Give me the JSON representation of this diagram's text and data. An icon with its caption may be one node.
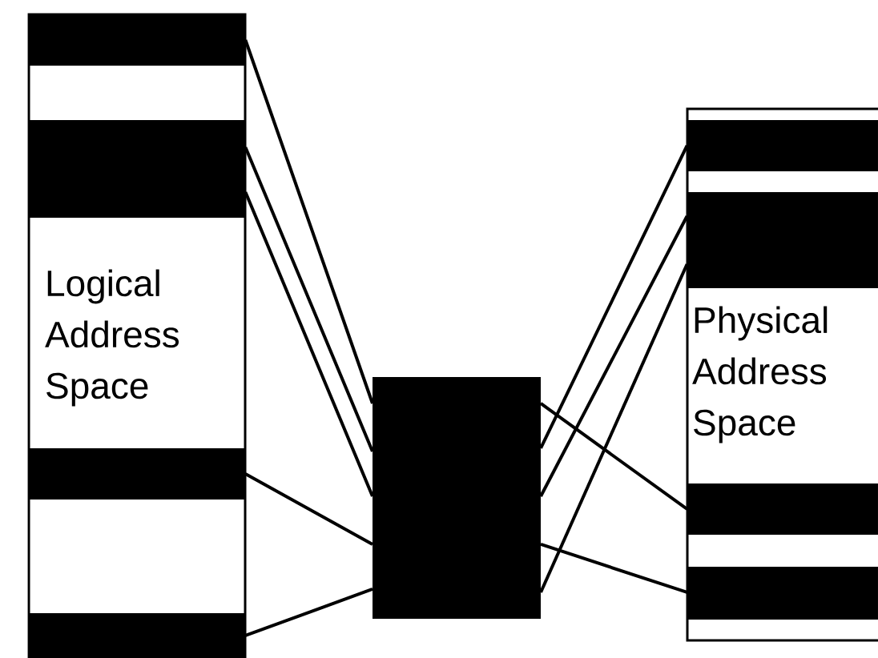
{
  "diagram": {
    "nodes": [
      {
        "text": [
          "Logical Address Space"
        ]
      },
      {
        "text": [],
        "shape": "bar",
        "in": 0
      },
      {
        "text": [],
        "shape": "bar",
        "in": 0
      },
      {
        "text": [],
        "shape": "bar",
        "in": 0
      },
      {
        "text": [],
        "shape": "bar",
        "in": 0
      },
      {
        "text": [],
        "shape": "box"
      },
      {
        "text": [
          "Physical Address Space"
        ]
      },
      {
        "text": [],
        "shape": "bar",
        "in": 6
      },
      {
        "text": [],
        "shape": "bar",
        "in": 6
      },
      {
        "text": [],
        "shape": "bar",
        "in": 6
      },
      {
        "text": [],
        "shape": "bar",
        "in": 6
      }
    ],
    "edges": [
      {
        "from": 1,
        "to": 5,
        "arrow": "none"
      },
      {
        "from": 2,
        "to": 5,
        "arrow": "none"
      },
      {
        "from": 2,
        "to": 5,
        "arrow": "none"
      },
      {
        "from": 3,
        "to": 5,
        "arrow": "none"
      },
      {
        "from": 4,
        "to": 5,
        "arrow": "none"
      },
      {
        "from": 5,
        "to": 7,
        "arrow": "none"
      },
      {
        "from": 5,
        "to": 8,
        "arrow": "none"
      },
      {
        "from": 5,
        "to": 8,
        "arrow": "none"
      },
      {
        "from": 5,
        "to": 9,
        "arrow": "none"
      },
      {
        "from": 5,
        "to": 10,
        "arrow": "none"
      }
    ]
  }
}
